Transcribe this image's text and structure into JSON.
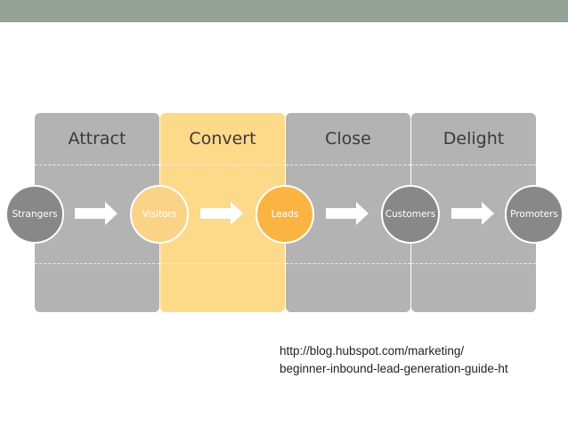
{
  "stages": [
    {
      "label": "Attract",
      "color": "#b3b3b3"
    },
    {
      "label": "Convert",
      "color": "#fdd98a"
    },
    {
      "label": "Close",
      "color": "#b3b3b3"
    },
    {
      "label": "Delight",
      "color": "#b3b3b3"
    }
  ],
  "nodes": [
    {
      "label": "Strangers",
      "color": "#888888"
    },
    {
      "label": "Visitors",
      "color": "#fbd386"
    },
    {
      "label": "Leads",
      "color": "#fbb442"
    },
    {
      "label": "Customers",
      "color": "#888888"
    },
    {
      "label": "Promoters",
      "color": "#888888"
    }
  ],
  "source": {
    "line1": "http://blog.hubspot.com/marketing/",
    "line2": "beginner-inbound-lead-generation-guide-ht"
  },
  "colors": {
    "top_bar": "#95a297",
    "arrow": "#ffffff"
  }
}
